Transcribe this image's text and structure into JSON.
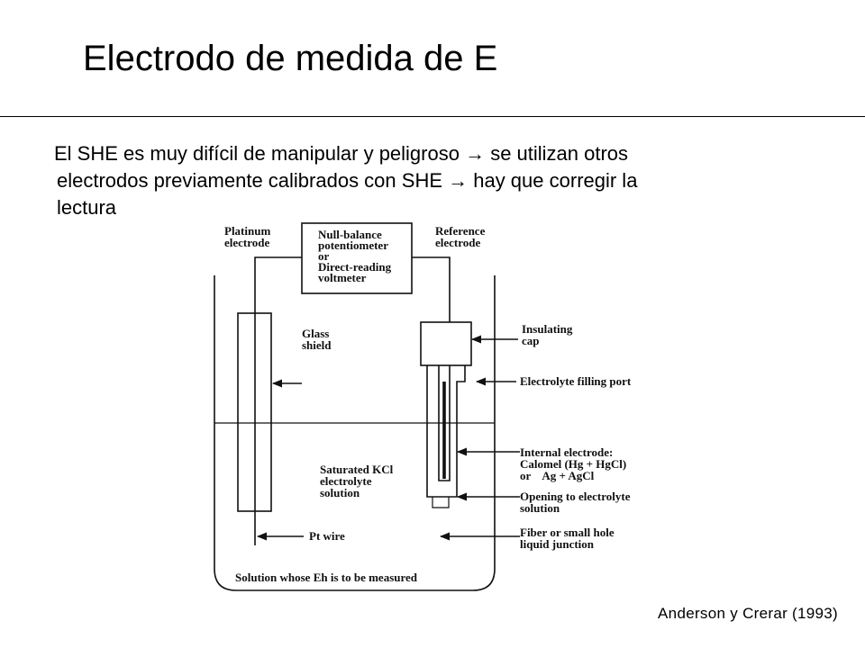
{
  "slide": {
    "title": "Electrodo de medida de E",
    "body_lines": [
      "El SHE es muy difícil de manipular y peligroso → se utilizan otros",
      "electrodos previamente calibrados con SHE → hay que corregir la",
      "lectura"
    ],
    "citation": "Anderson y Crerar (1993)"
  },
  "diagram": {
    "platinum_electrode": [
      "Platinum",
      "electrode"
    ],
    "meter": [
      "Null-balance",
      "potentiometer",
      "or",
      "Direct-reading",
      "voltmeter"
    ],
    "reference_electrode": [
      "Reference",
      "electrode"
    ],
    "glass_shield": [
      "Glass",
      "shield"
    ],
    "insulating_cap": [
      "Insulating",
      "cap"
    ],
    "filling_port": "Electrolyte filling port",
    "internal_electrode": [
      "Internal electrode:",
      "Calomel (Hg + HgCl)",
      "or    Ag + AgCl"
    ],
    "kcl_solution": [
      "Saturated KCl",
      "electrolyte",
      "solution"
    ],
    "opening": [
      "Opening to electrolyte",
      "solution"
    ],
    "pt_wire": "Pt wire",
    "junction": [
      "Fiber or small hole",
      "liquid junction"
    ],
    "solution": "Solution whose Eh is to be measured"
  }
}
